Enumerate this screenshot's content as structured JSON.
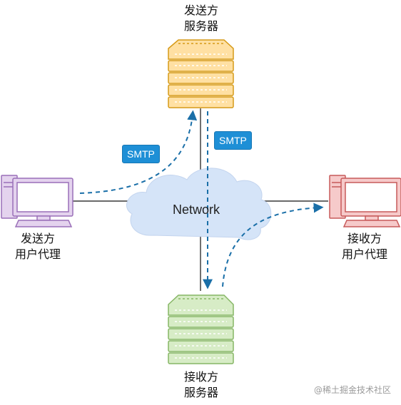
{
  "nodes": {
    "sender_server": {
      "line1": "发送方",
      "line2": "服务器"
    },
    "receiver_server": {
      "line1": "接收方",
      "line2": "服务器"
    },
    "sender_agent": {
      "line1": "发送方",
      "line2": "用户代理"
    },
    "receiver_agent": {
      "line1": "接收方",
      "line2": "用户代理"
    }
  },
  "network": {
    "label": "Network"
  },
  "badges": {
    "smtp_left": "SMTP",
    "smtp_right": "SMTP"
  },
  "watermark": "@稀土掘金技术社区",
  "colors": {
    "sender_server_fill": "#ffe0a3",
    "sender_server_stroke": "#d69a18",
    "receiver_server_fill": "#d7ecc6",
    "receiver_server_stroke": "#86b665",
    "sender_agent_fill": "#e4d3ee",
    "sender_agent_stroke": "#9a6fb8",
    "receiver_agent_fill": "#f6caca",
    "receiver_agent_stroke": "#c75a5a",
    "cloud_fill": "#d5e4f8",
    "arrow": "#1a6fa8",
    "badge": "#1e8fd6"
  }
}
